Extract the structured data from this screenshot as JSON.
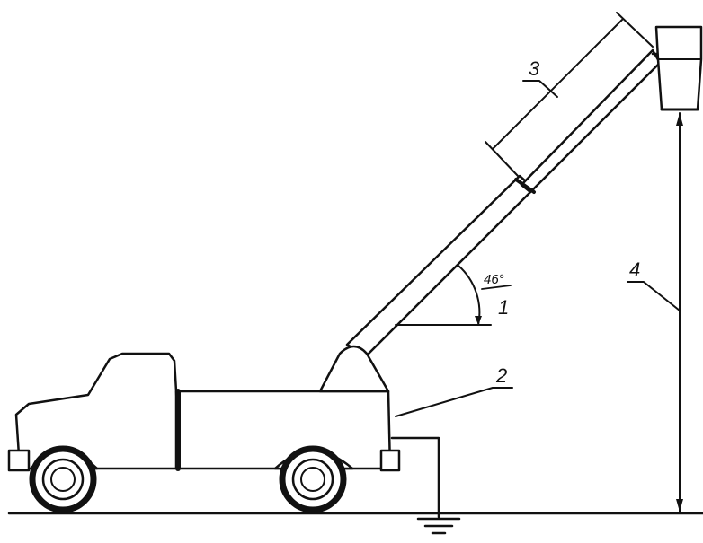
{
  "labels": {
    "boom_length": "3",
    "angle_value": "46°",
    "angle_index": "1",
    "truck": "2",
    "height": "4"
  }
}
